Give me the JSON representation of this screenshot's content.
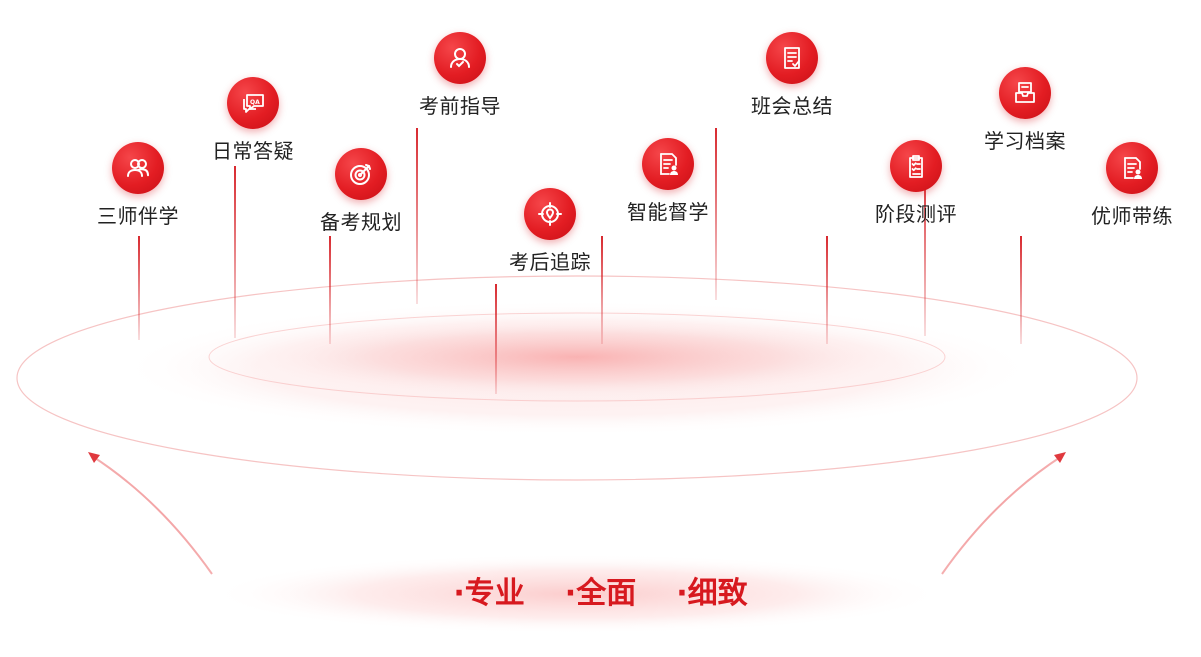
{
  "nodes": [
    {
      "id": "sanshibanxue",
      "label": "三师伴学",
      "icon": "people-icon"
    },
    {
      "id": "richangdayi",
      "label": "日常答疑",
      "icon": "qa-chat-icon"
    },
    {
      "id": "beikaoguihua",
      "label": "备考规划",
      "icon": "target-icon"
    },
    {
      "id": "kaoqianzhidao",
      "label": "考前指导",
      "icon": "person-icon"
    },
    {
      "id": "kaohouzhuizong",
      "label": "考后追踪",
      "icon": "location-crosshair-icon"
    },
    {
      "id": "zhinengduxue",
      "label": "智能督学",
      "icon": "document-user-icon"
    },
    {
      "id": "banhuizongjie",
      "label": "班会总结",
      "icon": "document-check-icon"
    },
    {
      "id": "jieduancep",
      "label": "阶段测评",
      "icon": "clipboard-checklist-icon"
    },
    {
      "id": "xuexidangan",
      "label": "学习档案",
      "icon": "archive-tray-icon"
    },
    {
      "id": "youshidailian",
      "label": "优师带练",
      "icon": "document-user-icon"
    }
  ],
  "motto": [
    "·专业",
    "·全面",
    "·细致"
  ],
  "colors": {
    "accent": "#d7191f",
    "accent_light": "#f5464a",
    "text": "#222222"
  }
}
